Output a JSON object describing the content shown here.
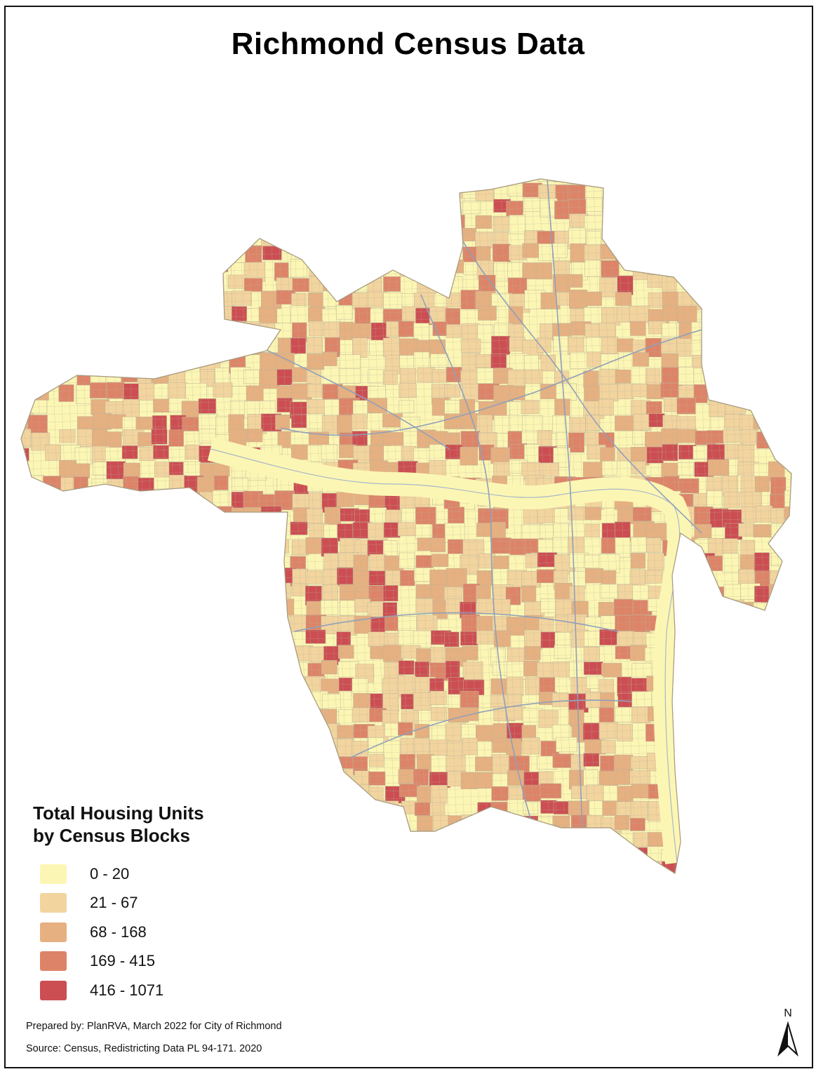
{
  "map": {
    "title": "Richmond Census Data",
    "legend": {
      "title_line1": "Total Housing Units",
      "title_line2": "by Census Blocks",
      "classes": [
        {
          "label": "0 - 20",
          "color": "#FCF6B4"
        },
        {
          "label": "21 - 67",
          "color": "#F2D49E"
        },
        {
          "label": "68 - 168",
          "color": "#E6B080"
        },
        {
          "label": "169 - 415",
          "color": "#DD8468"
        },
        {
          "label": "416 - 1071",
          "color": "#CC4E52"
        }
      ]
    },
    "credits": {
      "prepared_by": "Prepared by: PlanRVA, March 2022 for City of Richmond",
      "source": "Source: Census, Redistricting Data PL 94-171. 2020"
    },
    "north_arrow": {
      "label": "N",
      "icon": "north-arrow-icon"
    },
    "colors": {
      "boundary": "#bdb49a",
      "roads": "#8fa0ba",
      "river": "#a9b7c9"
    }
  }
}
